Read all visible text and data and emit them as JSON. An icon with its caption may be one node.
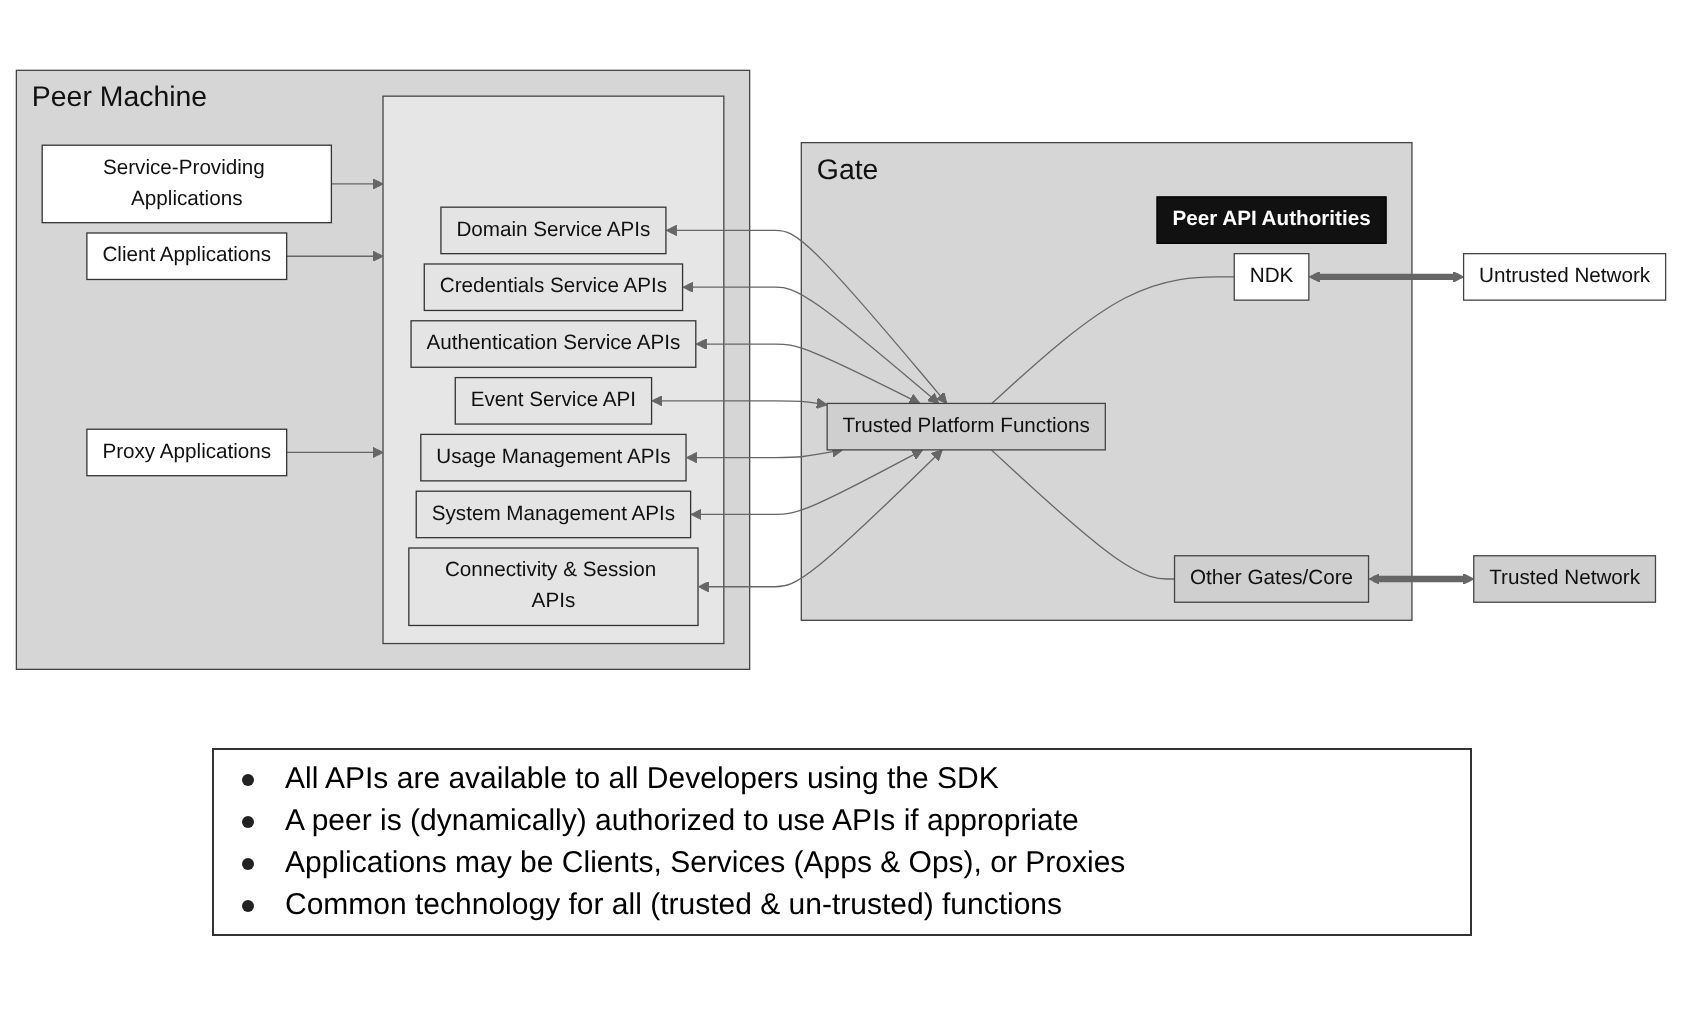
{
  "diagram": {
    "nodes": [
      {
        "text": [
          "Peer Machine"
        ]
      },
      {
        "text": [
          "Service-Providing Applications"
        ],
        "in": 0
      },
      {
        "text": [
          "Client Applications"
        ],
        "in": 0
      },
      {
        "text": [
          "Proxy Applications"
        ],
        "in": 0
      },
      {
        "text": [],
        "shape": "box",
        "in": 0
      },
      {
        "text": [
          "Domain Service APIs"
        ],
        "in": 4
      },
      {
        "text": [
          "Credentials Service APIs"
        ],
        "in": 4
      },
      {
        "text": [
          "Authentication Service APIs"
        ],
        "in": 4
      },
      {
        "text": [
          "Event Service API"
        ],
        "in": 4
      },
      {
        "text": [
          "Usage Management APIs"
        ],
        "in": 4
      },
      {
        "text": [
          "System Management APIs"
        ],
        "in": 4
      },
      {
        "text": [
          "Connectivity & Session APIs"
        ],
        "in": 4
      },
      {
        "text": [
          "Gate"
        ]
      },
      {
        "text": [
          "Peer API Authorities"
        ],
        "in": 12
      },
      {
        "text": [
          "Trusted Platform Functions"
        ],
        "in": 12
      },
      {
        "text": [
          "NDK"
        ],
        "in": 12
      },
      {
        "text": [
          "Other Gates/Core"
        ],
        "in": 12
      },
      {
        "text": [
          "Untrusted Network"
        ]
      },
      {
        "text": [
          "Trusted Network"
        ]
      }
    ],
    "edges": [
      {
        "from": 1,
        "to": 4,
        "arrow": "to"
      },
      {
        "from": 2,
        "to": 4,
        "arrow": "to"
      },
      {
        "from": 3,
        "to": 4,
        "arrow": "to"
      },
      {
        "from": 5,
        "to": 14,
        "arrow": "both"
      },
      {
        "from": 6,
        "to": 14,
        "arrow": "both"
      },
      {
        "from": 7,
        "to": 14,
        "arrow": "both"
      },
      {
        "from": 8,
        "to": 14,
        "arrow": "both"
      },
      {
        "from": 9,
        "to": 14,
        "arrow": "both"
      },
      {
        "from": 10,
        "to": 14,
        "arrow": "both"
      },
      {
        "from": 11,
        "to": 14,
        "arrow": "both"
      },
      {
        "from": 14,
        "to": 15,
        "arrow": "none"
      },
      {
        "from": 14,
        "to": 16,
        "arrow": "none"
      },
      {
        "from": 15,
        "to": 17,
        "arrow": "both",
        "style": "thick"
      },
      {
        "from": 16,
        "to": 18,
        "arrow": "both",
        "style": "thick"
      }
    ],
    "labels": [
      "All APIs are available to all Developers using the SDK",
      "A peer is (dynamically) authorized to use APIs if appropriate",
      "Applications may be Clients, Services (Apps & Ops), or Proxies",
      "Common technology for all (trusted & un-trusted) functions"
    ]
  }
}
